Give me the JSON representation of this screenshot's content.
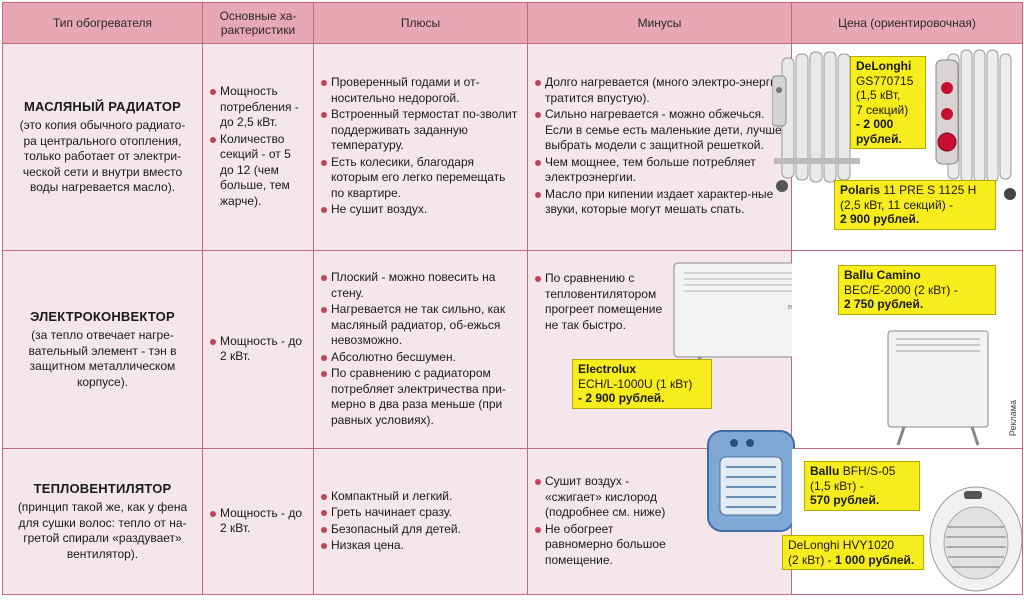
{
  "headers": {
    "type": "Тип обогревателя",
    "specs": "Основные ха-\nрактеристики",
    "pros": "Плюсы",
    "cons": "Минусы",
    "price": "Цена (ориентировочная)"
  },
  "rows": [
    {
      "name": "МАСЛЯНЫЙ РАДИАТОР",
      "desc": "(это копия обычного радиато-\nра центрального отопления,\nтолько работает от электри-\nческой сети и внутри вместо\nводы нагревается масло).",
      "specs": [
        "Мощность потребления - до 2,5 кВт.",
        "Количество секций - от 5 до 12 (чем больше, тем жарче)."
      ],
      "pros": [
        "Проверенный годами и от-носительно недорогой.",
        "Встроенный термостат по-зволит поддерживать заданную температуру.",
        "Есть колесики, благодаря которым его легко перемещать по квартире.",
        "Не сушит воздух."
      ],
      "cons": [
        "Долго нагревается (много электро-энергии тратится впустую).",
        "Сильно нагревается - можно обжечься. Если в семье есть маленькие дети, лучше выбрать модели с защитной решеткой.",
        "Чем мощнее, тем больше потребляет электроэнергии.",
        "Масло при кипении издает характер-ные звуки, которые могут мешать спать."
      ]
    },
    {
      "name": "ЭЛЕКТРОКОНВЕКТОР",
      "desc": "(за тепло отвечает нагре-\nвательный элемент - тэн в\nзащитном металлическом\nкорпусе).",
      "specs": [
        "Мощность - до 2 кВт."
      ],
      "pros": [
        "Плоский - можно повесить на стену.",
        "Нагревается не так сильно, как масляный радиатор, об-ежься невозможно.",
        "Абсолютно бесшумен.",
        "По сравнению с радиатором потребляет электричества при-мерно в два раза меньше (при равных условиях)."
      ],
      "cons": [
        "По сравнению с тепловентилятором прогреет помещение не так быстро."
      ]
    },
    {
      "name": "ТЕПЛОВЕНТИЛЯТОР",
      "desc": "(принцип такой же, как у фена\nдля сушки волос: тепло от на-\nгретой спирали «раздувает»\nвентилятор).",
      "specs": [
        "Мощность - до 2 кВт."
      ],
      "pros": [
        "Компактный и легкий.",
        "Греть начинает сразу.",
        "Безопасный для детей.",
        "Низкая цена."
      ],
      "cons": [
        "Сушит воздух - «сжигает» кислород (подробнее см. ниже)",
        "Не обогреет равномерно большое помещение."
      ]
    }
  ],
  "prices": {
    "delonghi_gs": {
      "brand": "DeLonghi",
      "model": "GS770715",
      "spec": "(1,5 кВт,\n7 секций)",
      "price": "- 2 000\nрублей."
    },
    "polaris": {
      "brand": "Polaris",
      "model": "11 PRE S 1125 H",
      "spec": "(2,5 кВт, 11 секций) -",
      "price": "2 900 рублей."
    },
    "ballu_camino": {
      "brand": "Ballu Camino",
      "model": "BEC/E-2000 (2 кВт) -",
      "price": "2 750 рублей."
    },
    "electrolux": {
      "brand": "Electrolux",
      "model": "ECH/L-1000U (1 кВт)",
      "price": "- 2 900 рублей."
    },
    "ballu_bfh": {
      "brand": "Ballu",
      "model": "BFH/S-05",
      "spec": "(1,5 кВт) -",
      "price": "570 рублей."
    },
    "delonghi_hvy": {
      "brand": "DeLonghi",
      "model": "HVY1020",
      "spec": "(2 кВт) -",
      "price": "1 000 рублей."
    }
  },
  "credit": "Реклама",
  "colors": {
    "header": "#e8a7b4",
    "cell": "#f4e6ea",
    "border": "#c46a7e",
    "bullet": "#c0435a",
    "tag": "#f7ec1c"
  }
}
